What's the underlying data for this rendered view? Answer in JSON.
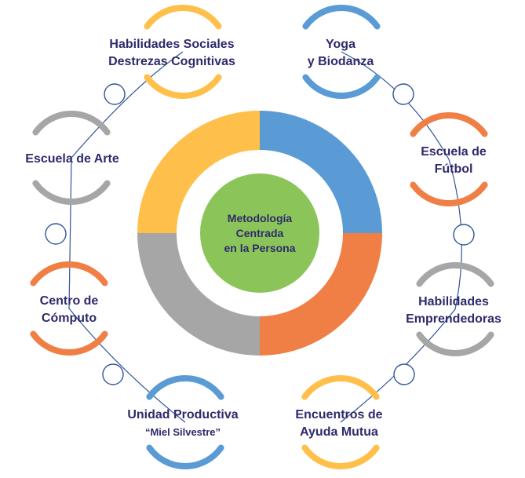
{
  "center": {
    "lines": [
      "Metodología",
      "Centrada",
      "en la Persona"
    ],
    "fill": "#8bc55a"
  },
  "ring_colors": [
    "#5b9bd5",
    "#f07f45",
    "#a6a6a6",
    "#ffc04b"
  ],
  "connector_color": "#2f5597",
  "nodes": [
    {
      "id": "habilidades-sociales",
      "lines": [
        "Habilidades Sociales",
        "Destrezas Cognitivas"
      ],
      "color": "#ffc04b"
    },
    {
      "id": "yoga",
      "lines": [
        "Yoga",
        "y Biodanza"
      ],
      "color": "#5b9bd5"
    },
    {
      "id": "escuela-futbol",
      "lines": [
        "Escuela de",
        "Fútbol"
      ],
      "color": "#f07f45"
    },
    {
      "id": "habilidades-emprendedoras",
      "lines": [
        "Habilidades",
        "Emprendedoras"
      ],
      "color": "#a6a6a6"
    },
    {
      "id": "encuentros",
      "lines": [
        "Encuentros de",
        "Ayuda Mutua"
      ],
      "color": "#ffc04b"
    },
    {
      "id": "unidad-productiva",
      "lines": [
        "Unidad Productiva",
        "“Miel Silvestre”"
      ],
      "color": "#5b9bd5"
    },
    {
      "id": "centro-computo",
      "lines": [
        "Centro de",
        "Cómputo"
      ],
      "color": "#f07f45"
    },
    {
      "id": "escuela-arte",
      "lines": [
        "Escuela de Arte"
      ],
      "color": "#a6a6a6"
    }
  ]
}
